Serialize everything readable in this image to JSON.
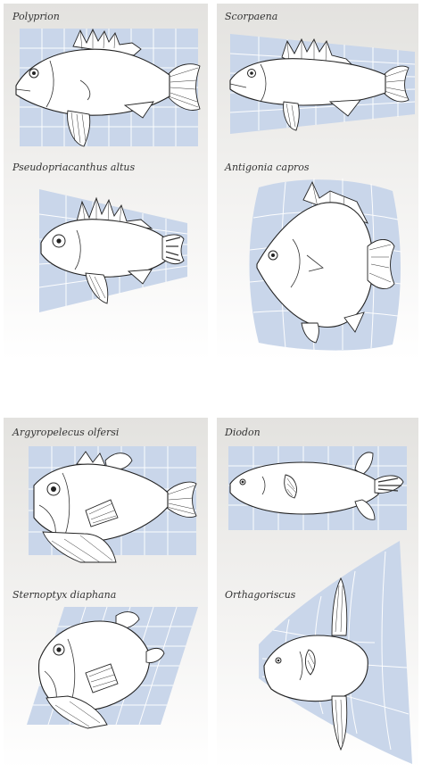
{
  "figures": [
    {
      "id": "polyprion",
      "label": "Polyprion"
    },
    {
      "id": "scorpaena",
      "label": "Scorpaena"
    },
    {
      "id": "pseudopriacanthus",
      "label": "Pseudopriacanthus altus"
    },
    {
      "id": "antigonia",
      "label": "Antigonia capros"
    },
    {
      "id": "argyropelecus",
      "label": "Argyropelecus olfersi"
    },
    {
      "id": "diodon",
      "label": "Diodon"
    },
    {
      "id": "sternoptyx",
      "label": "Sternoptyx diaphana"
    },
    {
      "id": "orthagoriscus",
      "label": "Orthagoriscus"
    }
  ]
}
